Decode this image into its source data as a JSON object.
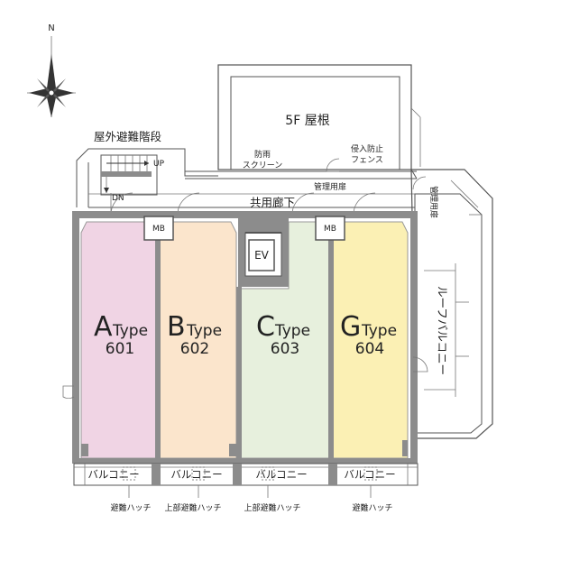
{
  "compass": {
    "north_label": "N"
  },
  "labels": {
    "roof_5f": "5F 屋根",
    "outdoor_stairs": "屋外避難階段",
    "up": "UP",
    "dn": "DN",
    "rain_screen_line1": "防雨",
    "rain_screen_line2": "スクリーン",
    "intrusion_fence_line1": "侵入防止",
    "intrusion_fence_line2": "フェンス",
    "mgmt_door": "管理用扉",
    "mgmt_door_vertical": "管理用扉",
    "corridor": "共用廊下",
    "mb": "MB",
    "ev": "EV",
    "roof_balcony": "ルーフバルコニー"
  },
  "units": [
    {
      "type_letter": "A",
      "type_word": "Type",
      "number": "601",
      "color": "#f0d4e4"
    },
    {
      "type_letter": "B",
      "type_word": "Type",
      "number": "602",
      "color": "#fbe5cc"
    },
    {
      "type_letter": "C",
      "type_word": "Type",
      "number": "603",
      "color": "#e7f0dd"
    },
    {
      "type_letter": "G",
      "type_word": "Type",
      "number": "604",
      "color": "#fbf0b4"
    }
  ],
  "balconies": [
    {
      "label": "バルコニー",
      "hatch": "避難ハッチ"
    },
    {
      "label": "バルコニー",
      "hatch": "上部避難ハッチ"
    },
    {
      "label": "バルコニー",
      "hatch": "上部避難ハッチ"
    },
    {
      "label": "バルコニー",
      "hatch": "避難ハッチ"
    }
  ]
}
